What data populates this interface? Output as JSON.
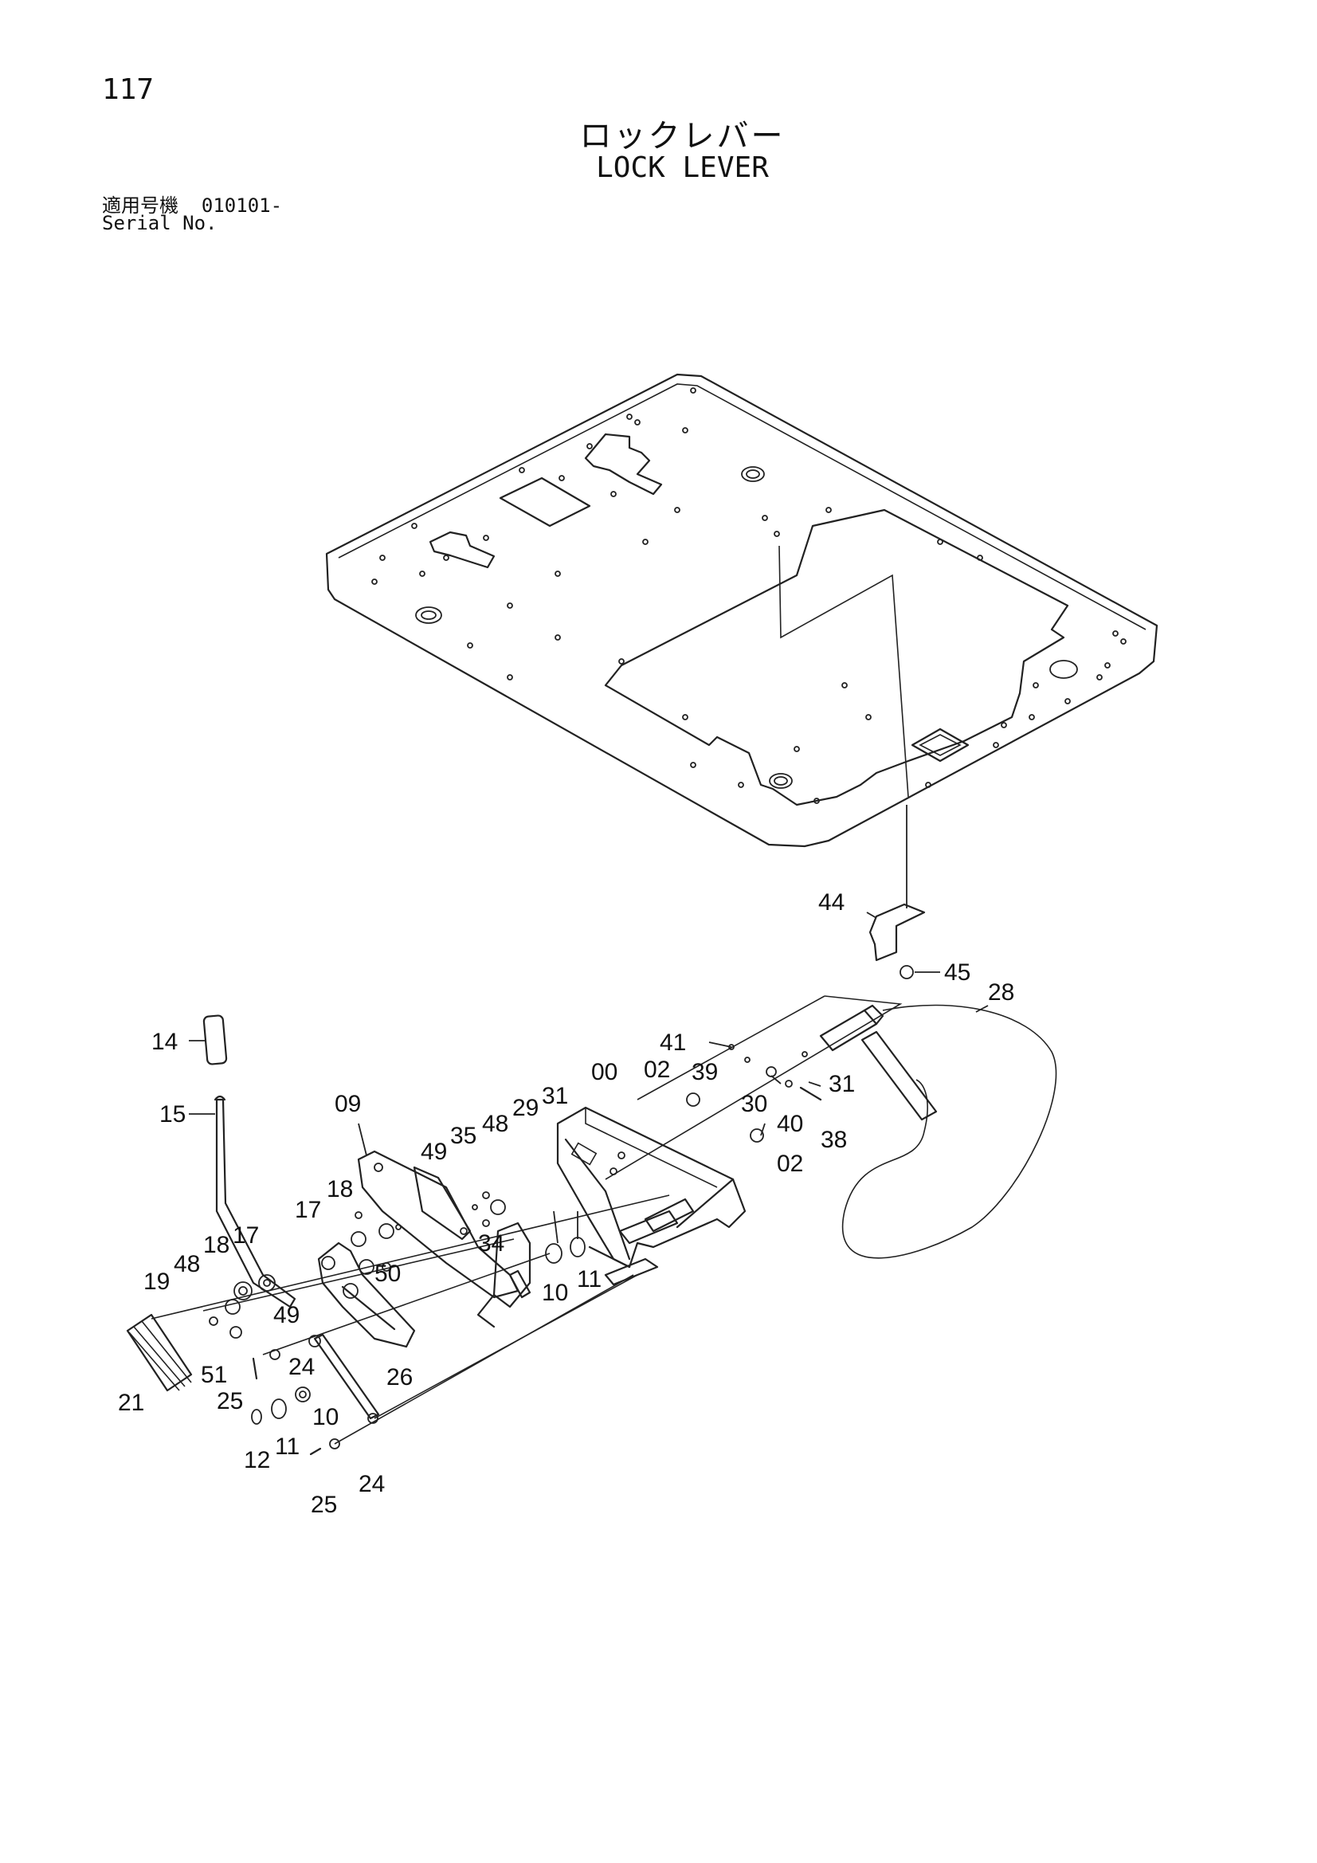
{
  "header": {
    "page_number": "117",
    "title_jp": "ロックレバー",
    "title_en": "LOCK LEVER",
    "serial_jp_label": "適用号機",
    "serial_value": "010101-",
    "serial_en_label": "Serial No."
  },
  "callouts": [
    {
      "id": "c44",
      "label": "44"
    },
    {
      "id": "c45",
      "label": "45"
    },
    {
      "id": "c28",
      "label": "28"
    },
    {
      "id": "c14",
      "label": "14"
    },
    {
      "id": "c15",
      "label": "15"
    },
    {
      "id": "c41",
      "label": "41"
    },
    {
      "id": "c02a",
      "label": "02"
    },
    {
      "id": "c39",
      "label": "39"
    },
    {
      "id": "c00",
      "label": "00"
    },
    {
      "id": "c30",
      "label": "30"
    },
    {
      "id": "c31a",
      "label": "31"
    },
    {
      "id": "c40",
      "label": "40"
    },
    {
      "id": "c38",
      "label": "38"
    },
    {
      "id": "c02b",
      "label": "02"
    },
    {
      "id": "c09",
      "label": "09"
    },
    {
      "id": "c29",
      "label": "29"
    },
    {
      "id": "c31b",
      "label": "31"
    },
    {
      "id": "c48a",
      "label": "48"
    },
    {
      "id": "c35",
      "label": "35"
    },
    {
      "id": "c49a",
      "label": "49"
    },
    {
      "id": "c18a",
      "label": "18"
    },
    {
      "id": "c17a",
      "label": "17"
    },
    {
      "id": "c34",
      "label": "34"
    },
    {
      "id": "c50",
      "label": "50"
    },
    {
      "id": "c10a",
      "label": "10"
    },
    {
      "id": "c11a",
      "label": "11"
    },
    {
      "id": "c17b",
      "label": "17"
    },
    {
      "id": "c18b",
      "label": "18"
    },
    {
      "id": "c48b",
      "label": "48"
    },
    {
      "id": "c19",
      "label": "19"
    },
    {
      "id": "c49b",
      "label": "49"
    },
    {
      "id": "c24a",
      "label": "24"
    },
    {
      "id": "c26",
      "label": "26"
    },
    {
      "id": "c51",
      "label": "51"
    },
    {
      "id": "c21",
      "label": "21"
    },
    {
      "id": "c25a",
      "label": "25"
    },
    {
      "id": "c10b",
      "label": "10"
    },
    {
      "id": "c11b",
      "label": "11"
    },
    {
      "id": "c12",
      "label": "12"
    },
    {
      "id": "c24b",
      "label": "24"
    },
    {
      "id": "c25b",
      "label": "25"
    }
  ]
}
